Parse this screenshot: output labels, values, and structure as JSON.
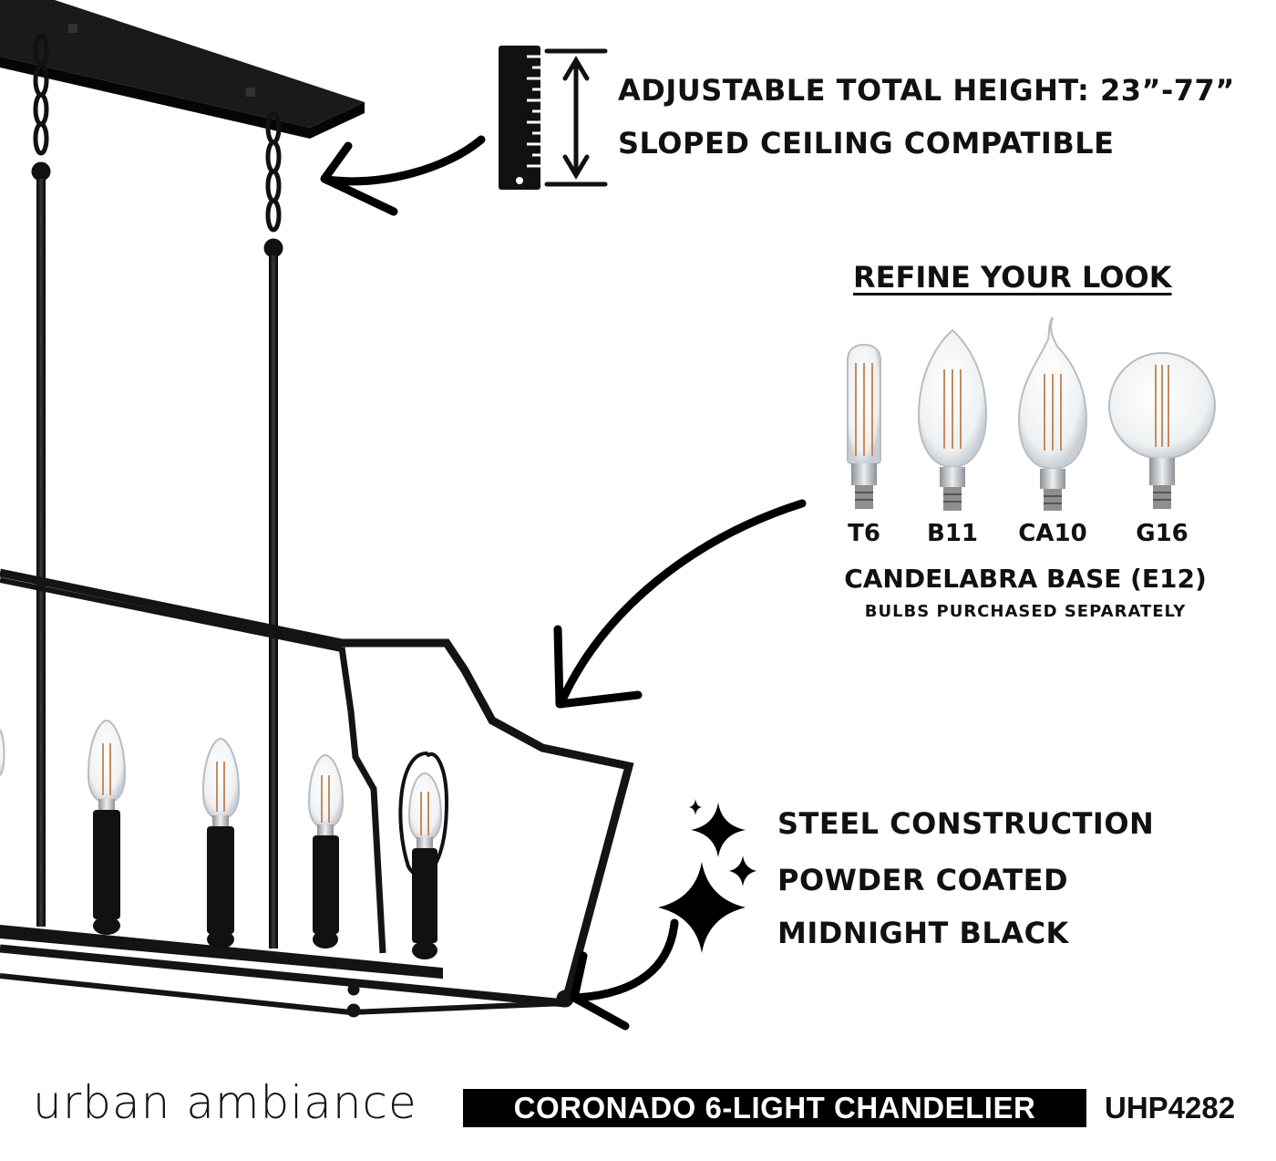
{
  "height_feature": {
    "line1": "ADJUSTABLE TOTAL HEIGHT: 23”-77”",
    "line2": "SLOPED CEILING COMPATIBLE",
    "icon": "ruler-height-icon"
  },
  "bulbs": {
    "title": "REFINE YOUR LOOK",
    "types": [
      {
        "label": "T6",
        "icon": "tube-bulb-icon"
      },
      {
        "label": "B11",
        "icon": "torpedo-bulb-icon"
      },
      {
        "label": "CA10",
        "icon": "flame-tip-bulb-icon"
      },
      {
        "label": "G16",
        "icon": "globe-bulb-icon"
      }
    ],
    "base": "CANDELABRA BASE (E12)",
    "note": "BULBS PURCHASED SEPARATELY"
  },
  "finish_feature": {
    "line1": "STEEL CONSTRUCTION",
    "line2": "POWDER COATED",
    "line3": "MIDNIGHT BLACK",
    "icon": "sparkle-icon"
  },
  "footer": {
    "brand": "urban ambiance",
    "product_name": "CORONADO 6-LIGHT CHANDELIER",
    "sku": "UHP4282"
  },
  "colors": {
    "fixture": "#141414",
    "filament": "#c98a5a",
    "socket": "#b9bcc0"
  }
}
